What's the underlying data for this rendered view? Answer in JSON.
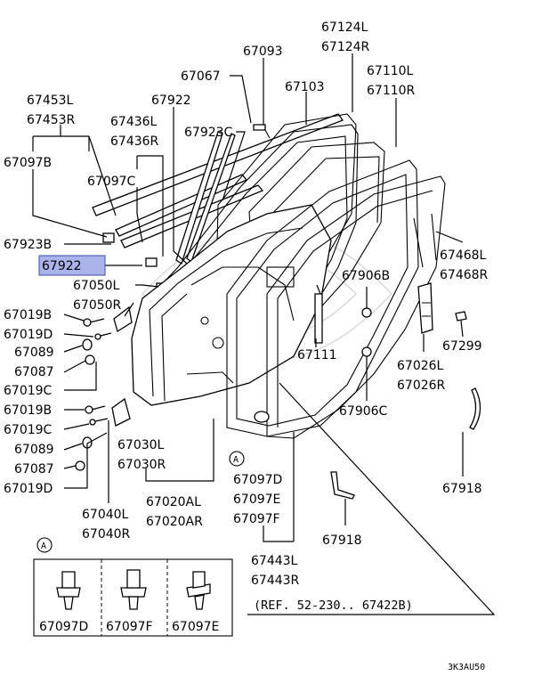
{
  "highlight_color": "#aab3ea",
  "labels": {
    "p67124L": "67124L",
    "p67124R": "67124R",
    "p67093": "67093",
    "p67067": "67067",
    "p67103": "67103",
    "p67110L": "67110L",
    "p67110R": "67110R",
    "p67453L": "67453L",
    "p67453R": "67453R",
    "p67922a": "67922",
    "p67436L": "67436L",
    "p67436R": "67436R",
    "p67923C": "67923C",
    "p67097B": "67097B",
    "p67097C": "67097C",
    "p67923B": "67923B",
    "p67922b": "67922",
    "p67050L": "67050L",
    "p67050R": "67050R",
    "p67019B1": "67019B",
    "p67019D1": "67019D",
    "p67089a": "67089",
    "p67087a": "67087",
    "p67019C1": "67019C",
    "p67019B2": "67019B",
    "p67019C2": "67019C",
    "p67089b": "67089",
    "p67087b": "67087",
    "p67019D2": "67019D",
    "p67030L": "67030L",
    "p67030R": "67030R",
    "p67020AL": "67020AL",
    "p67020AR": "67020AR",
    "p67040L": "67040L",
    "p67040R": "67040R",
    "p67906B": "67906B",
    "p67111": "67111",
    "p67906C": "67906C",
    "p67468L": "67468L",
    "p67468R": "67468R",
    "p67299": "67299",
    "p67026L": "67026L",
    "p67026R": "67026R",
    "p67918a": "67918",
    "p67918b": "67918",
    "p67097D": "67097D",
    "p67097E": "67097E",
    "p67097F": "67097F",
    "p67443L": "67443L",
    "p67443R": "67443R",
    "circleA1": "A",
    "circleA2": "A",
    "ref": "(REF. 52-230.. 67422B)",
    "inset_67097D": "67097D",
    "inset_67097F": "67097F",
    "inset_67097E": "67097E",
    "code": "3K3AU50"
  }
}
